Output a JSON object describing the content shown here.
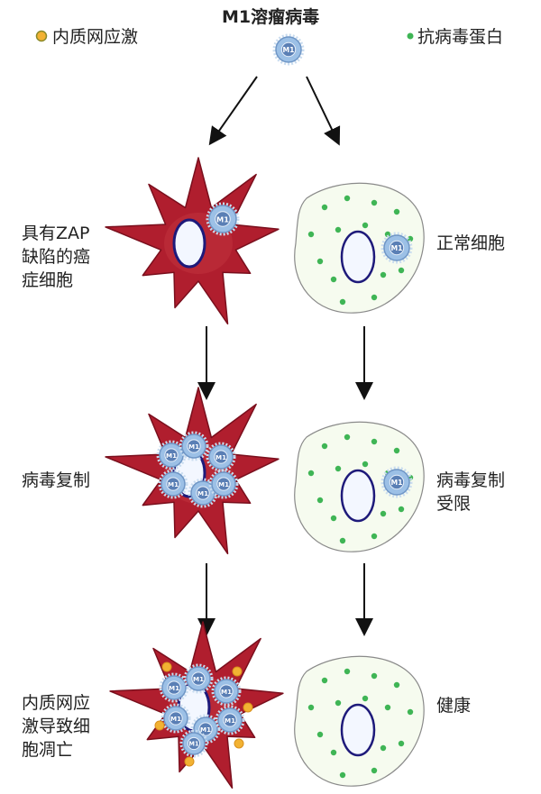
{
  "title": "M1溶瘤病毒",
  "legend": {
    "left_label": "内质网应激",
    "right_label": "抗病毒蛋白"
  },
  "left_column": {
    "stage1": "具有ZAP\n缺陷的癌\n症细胞",
    "stage2": "病毒复制",
    "stage3": "内质网应\n激导致细\n胞凋亡"
  },
  "right_column": {
    "stage1": "正常细胞",
    "stage2": "病毒复制\n受限",
    "stage3": "健康"
  },
  "virus_label": "M1",
  "colors": {
    "cancer_cell": "#b01e2e",
    "nucleus_fill": "#f3f7ff",
    "nucleus_stroke": "#1e1a7a",
    "normal_cell_fill": "#f6fbef",
    "normal_cell_stroke": "#8a8a8a",
    "antiviral_protein": "#3fb555",
    "er_stress": "#f2b233",
    "virus": "#9cc0e6",
    "arrow": "#111111"
  }
}
